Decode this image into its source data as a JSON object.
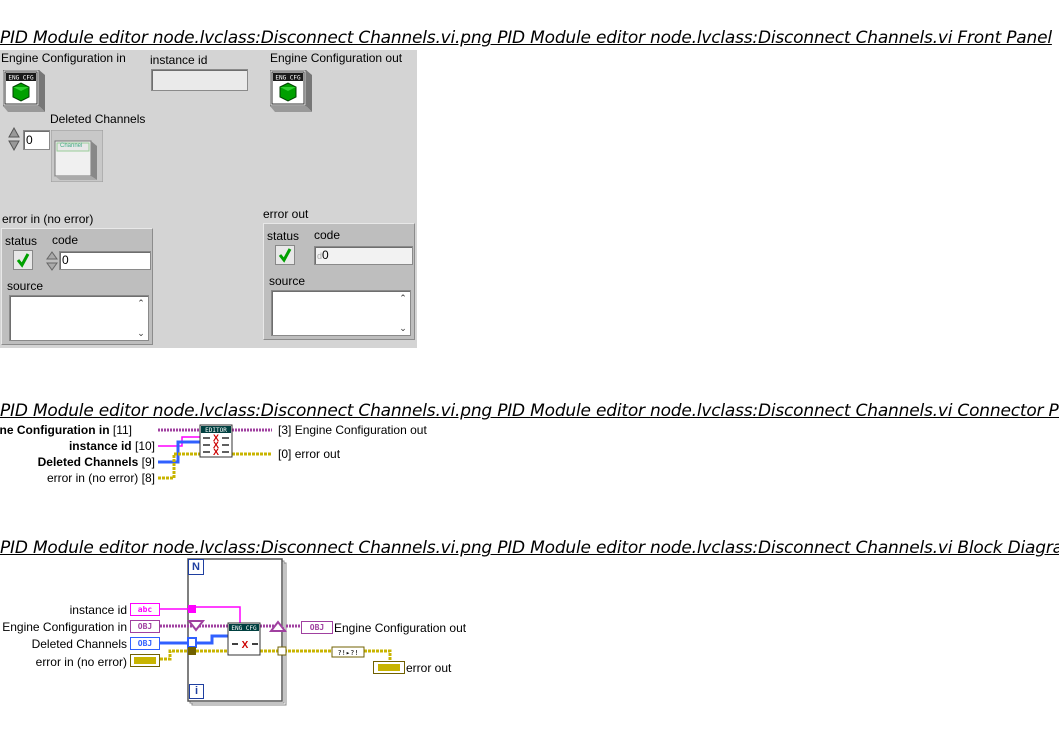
{
  "front_panel": {
    "heading": "PID Module editor node.lvclass:Disconnect Channels.vi.png  PID Module editor node.lvclass:Disconnect Channels.vi Front Panel",
    "engine_config_in_label": "Engine Configuration in",
    "instance_id_label": "instance id",
    "instance_id_value": "",
    "engine_config_out_label": "Engine Configuration out",
    "eng_icon_text": "ENG CFG",
    "deleted_channels_label": "Deleted Channels",
    "array_index": "0",
    "channel_text": "Channel",
    "error_in_label": "error in (no error)",
    "error_out_label": "error out",
    "status_label": "status",
    "code_label": "code",
    "source_label": "source",
    "error_in_code": "0",
    "error_out_code": "0",
    "error_out_code_prefix": "d"
  },
  "connector_pane": {
    "heading": "PID Module editor node.lvclass:Disconnect Channels.vi.png  PID Module editor node.lvclass:Disconnect Channels.vi Connector Pane",
    "inputs": [
      {
        "name": "Engine Configuration in",
        "index": "[11]"
      },
      {
        "name": "instance id",
        "index": "[10]"
      },
      {
        "name": "Deleted Channels",
        "index": "[9]"
      },
      {
        "name": "error in (no error)",
        "index": "[8]"
      }
    ],
    "outputs": [
      {
        "name": "Engine Configuration out",
        "index": "[3]"
      },
      {
        "name": "error out",
        "index": "[0]"
      }
    ],
    "icon_text": "EDITOR"
  },
  "block_diagram": {
    "heading": "PID Module editor node.lvclass:Disconnect Channels.vi.png  PID Module editor node.lvclass:Disconnect Channels.vi Block Diagram",
    "instance_id_label": "instance id",
    "engine_config_in_label": "Engine Configuration in",
    "deleted_channels_label": "Deleted Channels",
    "error_in_label": "error in (no error)",
    "engine_config_out_label": "Engine Configuration out",
    "error_out_label": "error out",
    "loop_n": "N",
    "loop_i": "i",
    "term_str": "abc",
    "term_obj": "OBJ",
    "subvi_text": "ENG CFG"
  },
  "colors": {
    "panel_bg": "#d4d4d4",
    "class_wire": "#a040a0",
    "string_wire": "#ff00ff",
    "array_wire": "#3060ff",
    "error_wire": "#c8b400"
  }
}
